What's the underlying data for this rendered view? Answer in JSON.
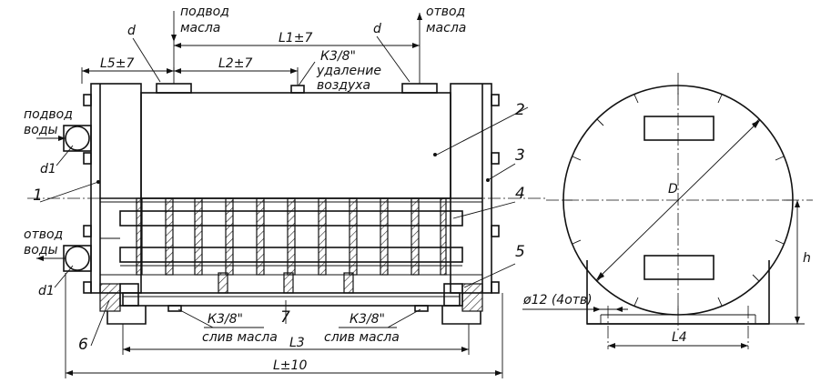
{
  "labels": {
    "oil_inlet_1": "подвод",
    "oil_inlet_2": "масла",
    "oil_outlet_1": "отвод",
    "oil_outlet_2": "масла",
    "water_inlet_1": "подвод",
    "water_inlet_2": "воды",
    "water_outlet_1": "отвод",
    "water_outlet_2": "воды",
    "air_1": "К3/8\"",
    "air_2": "удаление",
    "air_3": "воздуха",
    "drain_left_1": "К3/8\"",
    "drain_left_2": "слив масла",
    "drain_right_1": "К3/8\"",
    "drain_right_2": "слив масла"
  },
  "dimensions": {
    "d_left": "d",
    "d_right": "d",
    "L1": "L1±7",
    "L2": "L2±7",
    "L5": "L5±7",
    "L3": "L3",
    "L": "L±10",
    "d1_top": "d1",
    "d1_bottom": "d1",
    "D": "D",
    "h": "h",
    "L4": "L4",
    "holes": "ø12 (4отв)"
  },
  "callouts": {
    "c1": "1",
    "c2": "2",
    "c3": "3",
    "c4": "4",
    "c5": "5",
    "c6": "6",
    "c7": "7"
  }
}
